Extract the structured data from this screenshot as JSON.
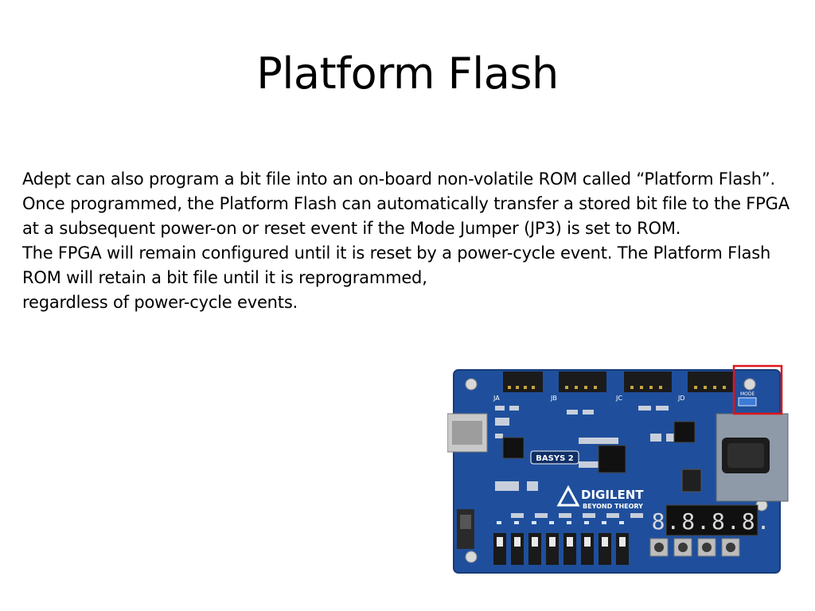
{
  "slide": {
    "title": "Platform Flash",
    "paragraphs": [
      "Adept can also program a bit file into an on-board non-volatile ROM called “Platform Flash”.",
      "Once programmed, the Platform Flash can automatically transfer a stored bit file to the FPGA at a subsequent power-on or reset event if the Mode Jumper (JP3) is set to ROM.",
      "The FPGA will remain configured until it is reset by a power-cycle event. The Platform Flash ROM will retain a bit file until it is reprogrammed,",
      "regardless of power-cycle events."
    ]
  },
  "board": {
    "brand": "DIGILENT",
    "tagline": "BEYOND THEORY",
    "model": "BASYS 2",
    "connector_labels": [
      "JA",
      "JB",
      "JC",
      "JD"
    ],
    "mode_label": "MODE",
    "display_digits": "8.8.8.8.",
    "colors": {
      "pcb": "#1f4f9c",
      "highlight_box": "#e0141b"
    }
  }
}
